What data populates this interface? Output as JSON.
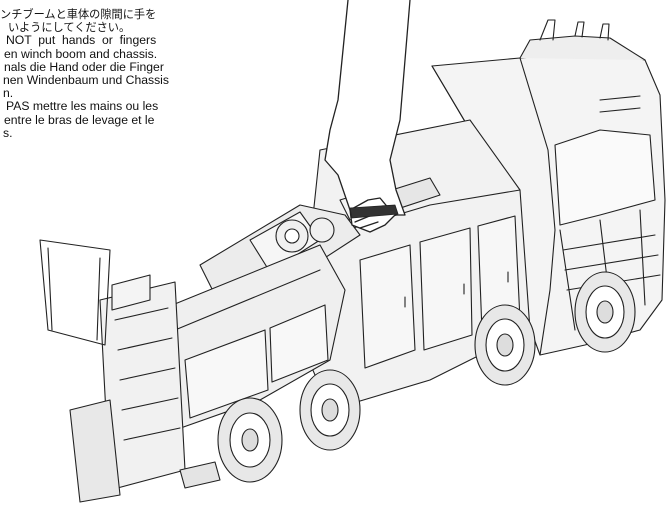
{
  "warning": {
    "lines": [
      "ンチブームと車体の隙間に手を",
      "いようにしてください。",
      "NOT  put  hands  or  fingers",
      "en winch boom and chassis.",
      "nals die Hand oder die Finger",
      "nen Windenbaum und Chassis",
      "n.",
      "PAS mettre les mains ou les",
      "entre le bras de levage et le",
      "s."
    ]
  },
  "illustration": {
    "subject": "tow truck with winch boom, hand reaching into gap"
  }
}
